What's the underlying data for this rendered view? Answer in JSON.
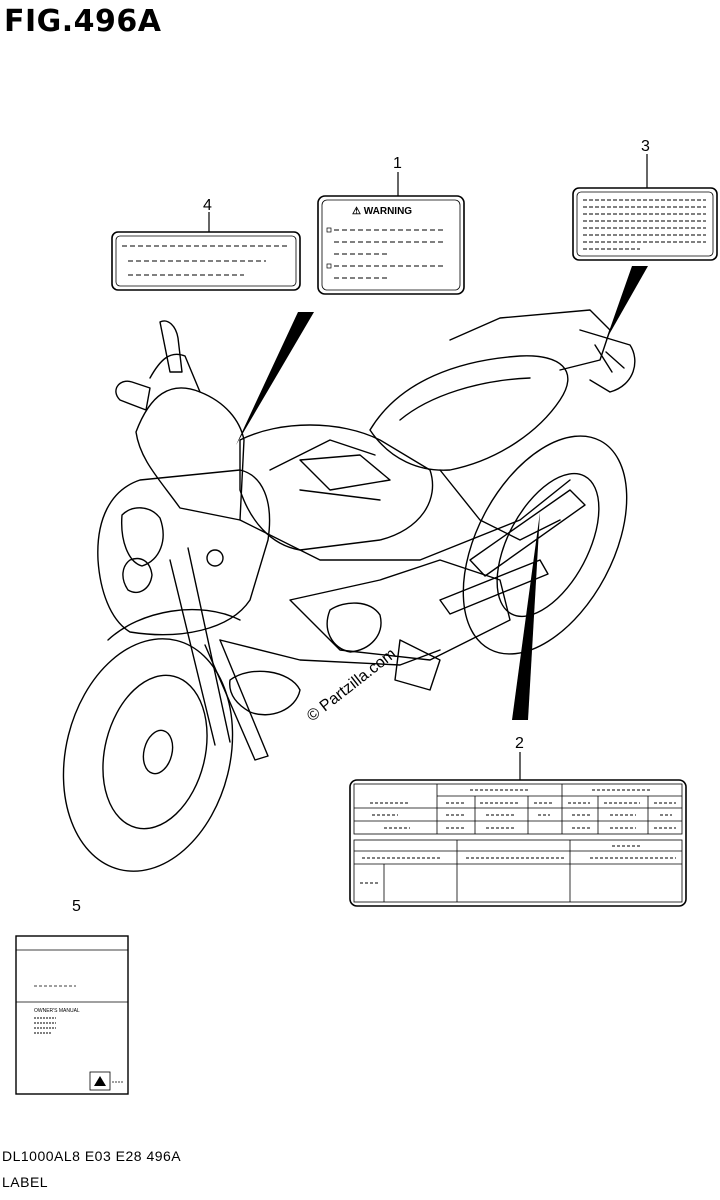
{
  "header": {
    "figure_title": "FIG.496A"
  },
  "callouts": {
    "part1": "1",
    "part2": "2",
    "part3": "3",
    "part4": "4",
    "part5": "5"
  },
  "label1": {
    "heading": "⚠ WARNING"
  },
  "manual": {
    "title": "OWNER'S MANUAL"
  },
  "watermark": {
    "text": "© Partzilla.com"
  },
  "footer": {
    "model_code": "DL1000AL8  E03  E28  496A",
    "caption": "LABEL"
  }
}
